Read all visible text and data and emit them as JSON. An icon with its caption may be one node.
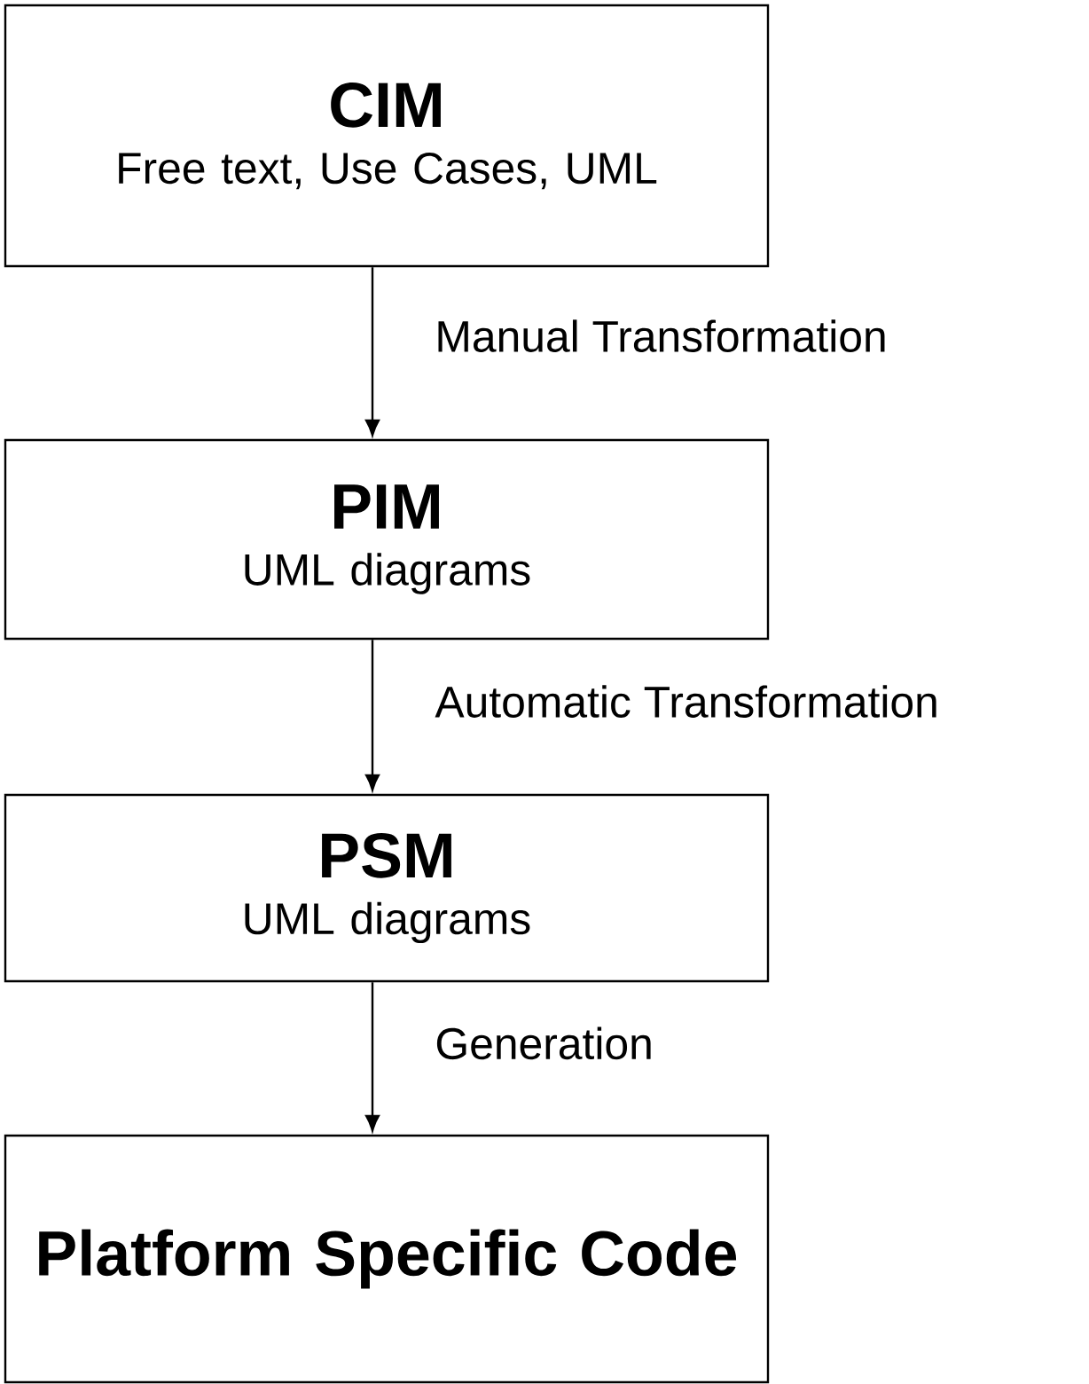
{
  "diagram": {
    "nodes": [
      {
        "text": [
          "CIM",
          "Free text, Use Cases, UML"
        ]
      },
      {
        "text": [
          "PIM",
          "UML diagrams"
        ]
      },
      {
        "text": [
          "PSM",
          "UML diagrams"
        ]
      },
      {
        "text": [
          "Platform Specific Code"
        ]
      }
    ],
    "edges": [
      {
        "from": 0,
        "to": 1,
        "arrow": "to",
        "label": "Manual Transformation"
      },
      {
        "from": 1,
        "to": 2,
        "arrow": "to",
        "label": "Automatic Transformation"
      },
      {
        "from": 2,
        "to": 3,
        "arrow": "to",
        "label": "Generation"
      }
    ]
  }
}
